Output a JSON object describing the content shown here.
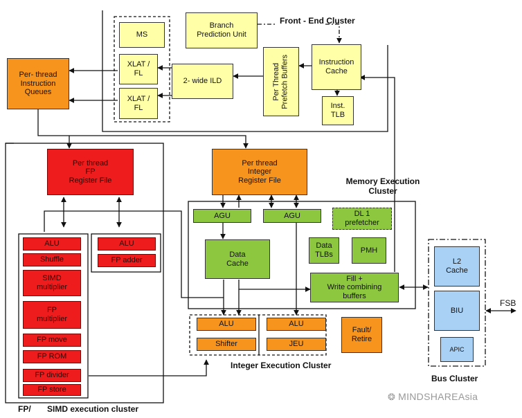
{
  "clusters": {
    "front_end": "Front - End Cluster",
    "memory": "Memory Execution\nCluster",
    "integer": "Integer Execution Cluster",
    "bus": "Bus Cluster",
    "fp_simd_prefix": "FP/",
    "fp_simd": "SIMD execution cluster"
  },
  "front_end": {
    "ms": "MS",
    "branch_prediction": "Branch\nPrediction Unit",
    "xlat_fl_1": "XLAT /\nFL",
    "xlat_fl_2": "XLAT /\nFL",
    "ild": "2- wide ILD",
    "prefetch_buffers": "Per Thread\nPrefetch Buffers",
    "instruction_cache": "Instruction\nCache",
    "inst_tlb": "Inst.\nTLB"
  },
  "queues": {
    "instruction_queues": "Per- thread\nInstruction\nQueues",
    "fp_register_file": "Per thread\nFP\nRegister File",
    "integer_register_file": "Per thread\nInteger\nRegister File"
  },
  "memory": {
    "agu_1": "AGU",
    "agu_2": "AGU",
    "dl1_prefetcher": "DL 1\nprefetcher",
    "data_cache": "Data\nCache",
    "data_tlbs": "Data\nTLBs",
    "pmh": "PMH",
    "fill_buffers": "Fill +\nWrite combining\nbuffers"
  },
  "integer": {
    "alu_1": "ALU",
    "shifter": "Shifter",
    "alu_2": "ALU",
    "jeu": "JEU",
    "fault_retire": "Fault/\nRetire"
  },
  "fp_simd": {
    "alu_1": "ALU",
    "shuffle": "Shuffle",
    "simd_multiplier": "SIMD\nmultiplier",
    "fp_multiplier": "FP\nmultiplier",
    "fp_move": "FP move",
    "fp_rom": "FP ROM",
    "fp_divider": "FP divider",
    "fp_store": "FP store",
    "alu_2": "ALU",
    "fp_adder": "FP adder"
  },
  "bus": {
    "l2_cache": "L2\nCache",
    "biu": "BIU",
    "apic": "APIC",
    "fsb": "FSB"
  },
  "watermark": "MINDSHAREAsia",
  "colors": {
    "yellow": "#ffffa8",
    "orange": "#f7941d",
    "red": "#ee1c1c",
    "green": "#8dc63f",
    "blue": "#a9d1f5"
  }
}
